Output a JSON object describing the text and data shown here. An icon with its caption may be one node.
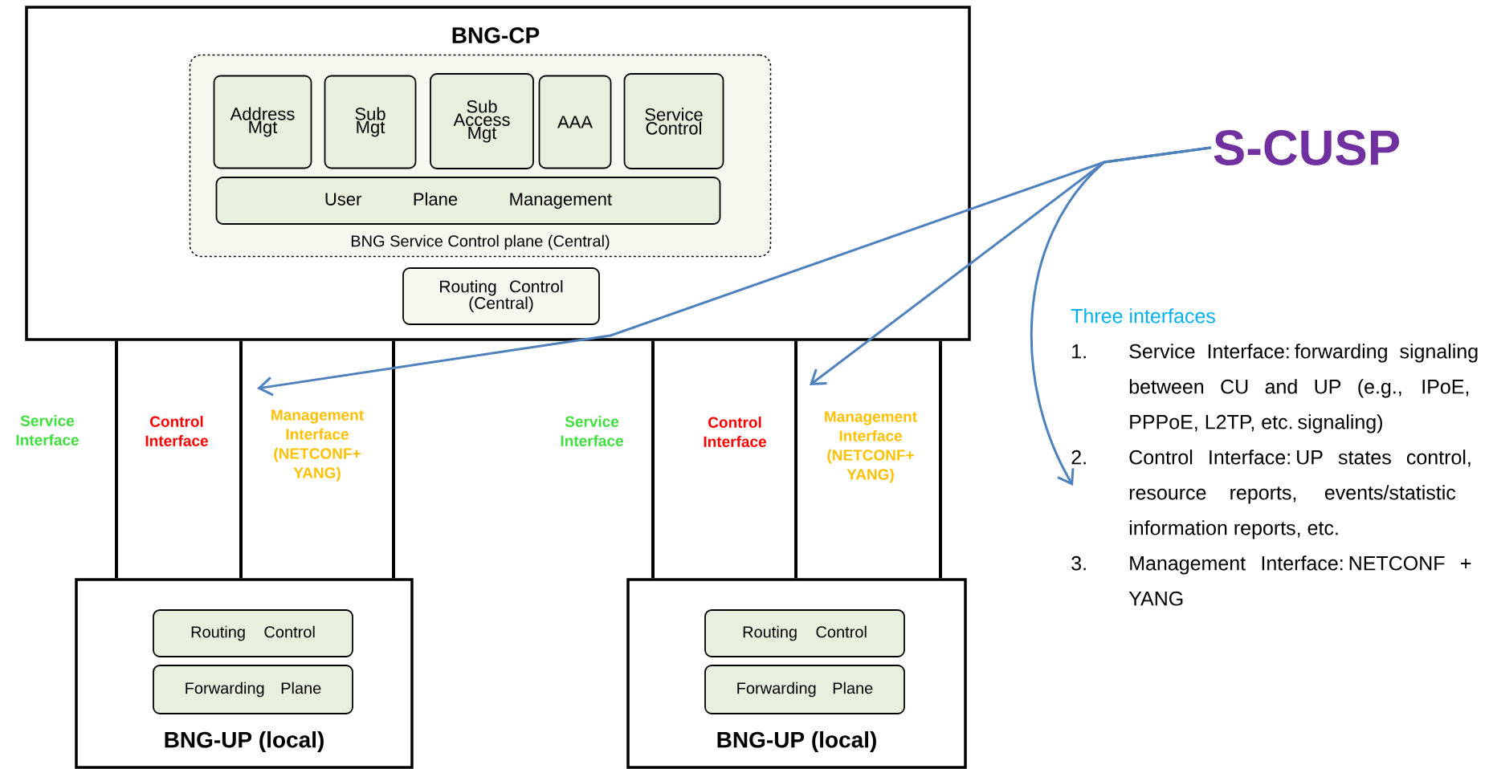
{
  "diagram": {
    "nodes": [
      {
        "text": [
          "BNG-CP"
        ]
      },
      {
        "text": [
          "BNG Service Control plane (Central)"
        ],
        "in": 0
      },
      {
        "text": [
          "Address Mgt"
        ],
        "in": 1
      },
      {
        "text": [
          "Sub Mgt"
        ],
        "in": 1
      },
      {
        "text": [
          "Sub Access Mgt"
        ],
        "in": 1
      },
      {
        "text": [
          "AAA"
        ],
        "in": 1
      },
      {
        "text": [
          "Service Control"
        ],
        "in": 1
      },
      {
        "text": [
          "User Plane Management"
        ],
        "in": 1
      },
      {
        "text": [
          "Routing Control (Central)"
        ],
        "in": 0
      },
      {
        "text": [
          "BNG-UP (local)"
        ]
      },
      {
        "text": [
          "Routing Control"
        ],
        "in": 9
      },
      {
        "text": [
          "Forwarding Plane"
        ],
        "in": 9
      },
      {
        "text": [
          "BNG-UP (local)"
        ]
      },
      {
        "text": [
          "Routing Control"
        ],
        "in": 12
      },
      {
        "text": [
          "Forwarding Plane"
        ],
        "in": 12
      },
      {
        "text": [
          "S-CUSP"
        ]
      },
      {
        "text": [
          "Three interfaces",
          "Service Interface: forwarding signaling between CU and UP (e.g., IPoE, PPPoE, L2TP, etc. signaling)",
          "Control Interface: UP states control, resource reports, events/statistic information reports, etc.",
          "Management Interface: NETCONF + YANG"
        ]
      }
    ],
    "edges": [
      {
        "from": 0,
        "to": 9,
        "arrow": "none",
        "label": "Service Interface"
      },
      {
        "from": 0,
        "to": 9,
        "arrow": "none",
        "label": "Control Interface"
      },
      {
        "from": 0,
        "to": 9,
        "arrow": "none",
        "label": "Management Interface (NETCONF+ YANG)"
      },
      {
        "from": 0,
        "to": 12,
        "arrow": "none",
        "label": "Service Interface"
      },
      {
        "from": 0,
        "to": 12,
        "arrow": "none",
        "label": "Control Interface"
      },
      {
        "from": 0,
        "to": 12,
        "arrow": "none",
        "label": "Management Interface (NETCONF+ YANG)"
      },
      {
        "from": 15,
        "to": null,
        "arrow": "to",
        "color": "#4f81bd"
      },
      {
        "from": 15,
        "to": null,
        "arrow": "to",
        "color": "#4f81bd"
      },
      {
        "from": 15,
        "to": 16,
        "arrow": "to",
        "color": "#4f81bd"
      }
    ],
    "labels": [
      "1.",
      "2.",
      "3."
    ]
  }
}
